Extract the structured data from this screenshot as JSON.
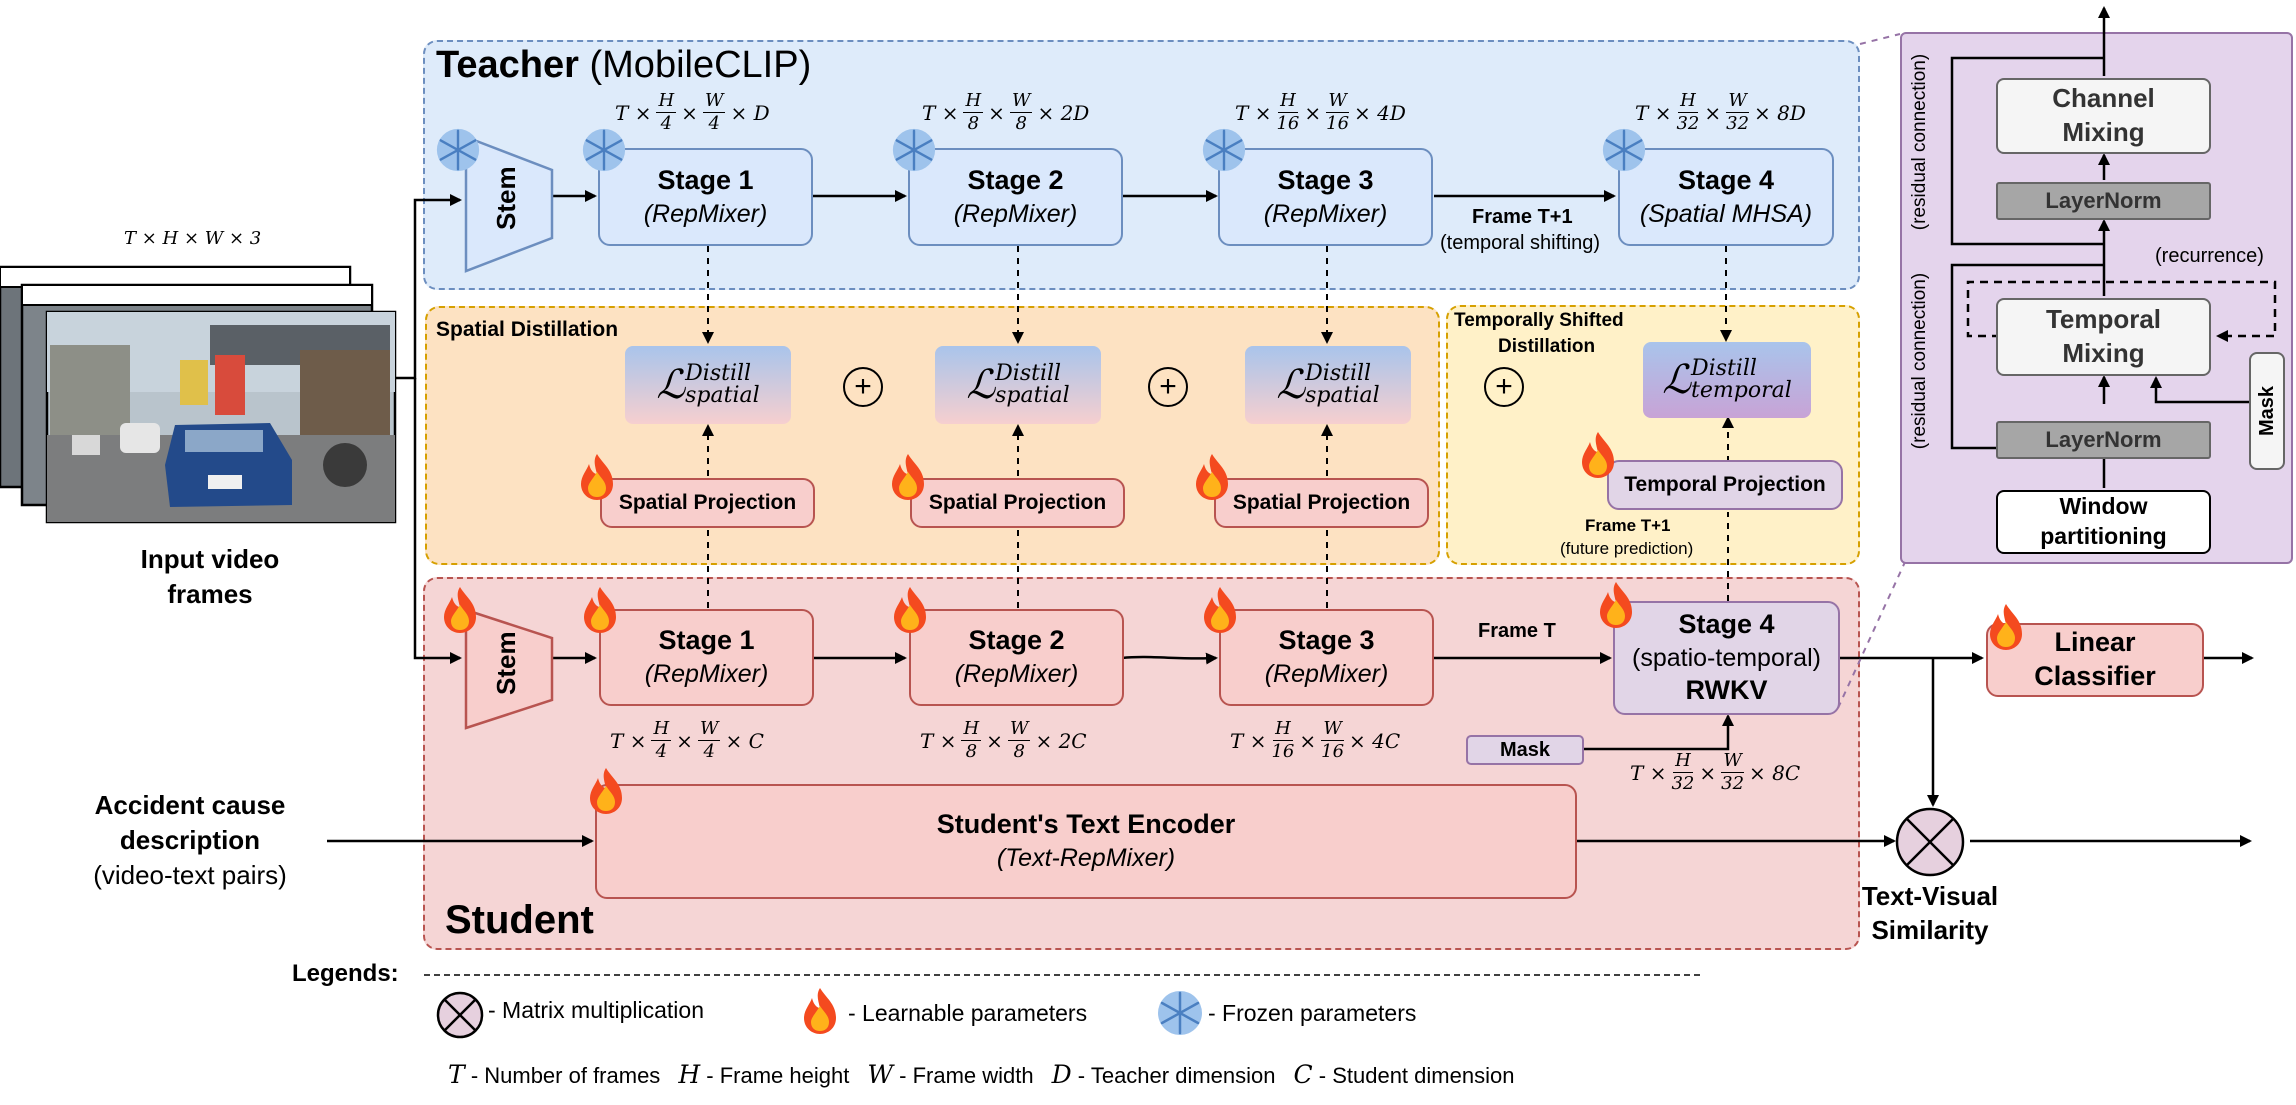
{
  "teacher": {
    "title_bold": "Teacher",
    "title_rest": " (MobileCLIP)",
    "stem": "Stem",
    "stages": [
      {
        "title": "Stage 1",
        "sub": "(RepMixer)"
      },
      {
        "title": "Stage 2",
        "sub": "(RepMixer)"
      },
      {
        "title": "Stage 3",
        "sub": "(RepMixer)"
      },
      {
        "title": "Stage 4",
        "sub": "(Spatial MHSA)"
      }
    ],
    "dims": [
      {
        "pre": "T ×",
        "h": "H",
        "hd": "4",
        "w": "W",
        "wd": "4",
        "post": "× D"
      },
      {
        "pre": "T ×",
        "h": "H",
        "hd": "8",
        "w": "W",
        "wd": "8",
        "post": "× 2D"
      },
      {
        "pre": "T ×",
        "h": "H",
        "hd": "16",
        "w": "W",
        "wd": "16",
        "post": "× 4D"
      },
      {
        "pre": "T ×",
        "h": "H",
        "hd": "32",
        "w": "W",
        "wd": "32",
        "post": "× 8D"
      }
    ],
    "frame_label": "Frame T+1",
    "frame_note": "(temporal shifting)"
  },
  "distill": {
    "spatial_title": "Spatial Distillation",
    "temporal_title_1": "Temporally Shifted",
    "temporal_title_2": "Distillation",
    "loss_base": "ℒ",
    "loss_sup": "Distill",
    "loss_sub_spatial": "spatial",
    "loss_sub_temporal": "temporal",
    "plus": "+",
    "spatial_projection": "Spatial Projection",
    "temporal_projection": "Temporal Projection",
    "future_frame": "Frame T+1",
    "future_note": "(future prediction)"
  },
  "input": {
    "dim": "T × H × W × 3",
    "label_1": "Input video",
    "label_2": "frames"
  },
  "student": {
    "title": "Student",
    "stem": "Stem",
    "stages": [
      {
        "title": "Stage 1",
        "sub": "(RepMixer)"
      },
      {
        "title": "Stage 2",
        "sub": "(RepMixer)"
      },
      {
        "title": "Stage 3",
        "sub": "(RepMixer)"
      }
    ],
    "stage4_title": "Stage 4",
    "stage4_sub": "(spatio-temporal)",
    "stage4_name": "RWKV",
    "frame_label": "Frame T",
    "mask": "Mask",
    "dims": [
      {
        "pre": "T ×",
        "h": "H",
        "hd": "4",
        "w": "W",
        "wd": "4",
        "post": "× C"
      },
      {
        "pre": "T ×",
        "h": "H",
        "hd": "8",
        "w": "W",
        "wd": "8",
        "post": "× 2C"
      },
      {
        "pre": "T ×",
        "h": "H",
        "hd": "16",
        "w": "W",
        "wd": "16",
        "post": "× 4C"
      },
      {
        "pre": "T ×",
        "h": "H",
        "hd": "32",
        "w": "W",
        "wd": "32",
        "post": "× 8C"
      }
    ],
    "text_encoder_title": "Student's Text Encoder",
    "text_encoder_sub": "(Text-RepMixer)"
  },
  "text_input": {
    "line1": "Accident cause",
    "line2": "description",
    "line3": "(video-text pairs)"
  },
  "classifier": {
    "line1": "Linear",
    "line2": "Classifier"
  },
  "similarity": {
    "line1": "Text-Visual",
    "line2": "Similarity"
  },
  "rwkv_detail": {
    "channel_mixing_1": "Channel",
    "channel_mixing_2": "Mixing",
    "layernorm_top": "LayerNorm",
    "recurrence": "(recurrence)",
    "temporal_mixing_1": "Temporal",
    "temporal_mixing_2": "Mixing",
    "layernorm_bottom": "LayerNorm",
    "mask": "Mask",
    "window_1": "Window",
    "window_2": "partitioning",
    "residual_top": "(residual connection)",
    "residual_bottom": "(residual connection)"
  },
  "legend": {
    "title": "Legends:",
    "matmul": "- Matrix multiplication",
    "learnable": "- Learnable parameters",
    "frozen": "- Frozen parameters",
    "items": [
      {
        "sym": "T",
        "text": "- Number of frames"
      },
      {
        "sym": "H",
        "text": "- Frame height"
      },
      {
        "sym": "W",
        "text": "- Frame width"
      },
      {
        "sym": "D",
        "text": "- Teacher dimension"
      },
      {
        "sym": "C",
        "text": "- Student dimension"
      }
    ]
  },
  "colors": {
    "teacher_bg": "#deebfa",
    "teacher_border": "#6c8ebf",
    "distill_bg": "#fde2c2",
    "distill_border": "#d6a000",
    "temporal_bg": "#fff1c8",
    "student_bg": "#f5d5d5",
    "student_border": "#b85450",
    "rwkv_panel_bg": "#e4d4ec",
    "rwkv_panel_border": "#9673a6"
  },
  "icons": {
    "learnable": "flame-icon",
    "frozen": "snowflake-icon",
    "matmul": "circle-cross-icon"
  }
}
